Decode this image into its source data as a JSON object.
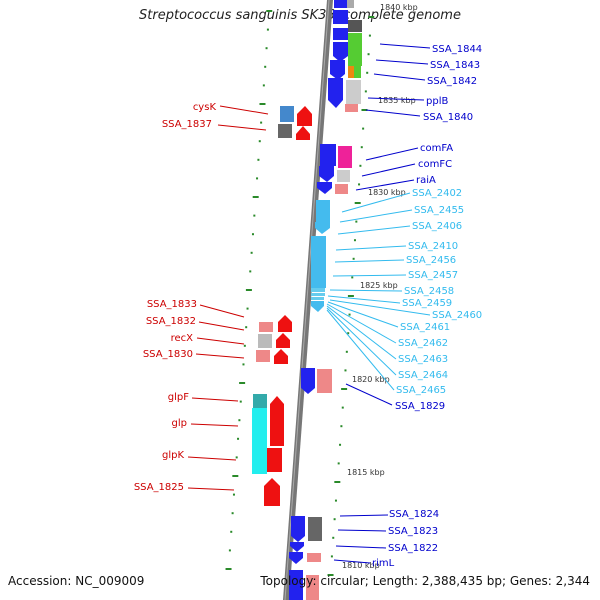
{
  "title": "Streptococcus sanguinis SK36, complete genome",
  "footer": {
    "accession": "Accession: NC_009009",
    "summary": "Topology: circular; Length: 2,388,435 bp; Genes: 2,344"
  },
  "colors": {
    "red_label": "#cc0000",
    "blue_label": "#0000cc",
    "cyan_label": "#33bbee",
    "backbone": "#777777",
    "tick": "#2a8a2a"
  },
  "kbp_labels": [
    "1840 kbp",
    "1835 kbp",
    "1830 kbp",
    "1825 kbp",
    "1820 kbp",
    "1815 kbp",
    "1810 kbp"
  ],
  "labels": {
    "left": [
      "cysK",
      "SSA_1837",
      "SSA_1833",
      "SSA_1832",
      "recX",
      "SSA_1830",
      "glpF",
      "glp",
      "glpK",
      "SSA_1825"
    ],
    "right_top": [
      "SSA_1844",
      "SSA_1843",
      "SSA_1842",
      "pplB",
      "SSA_1840",
      "comFA",
      "comFC",
      "raiA"
    ],
    "right_cyan": [
      "SSA_2402",
      "SSA_2455",
      "SSA_2406",
      "SSA_2410",
      "SSA_2456",
      "SSA_2457",
      "SSA_2458",
      "SSA_2459",
      "SSA_2460",
      "SSA_2461",
      "SSA_2462",
      "SSA_2463",
      "SSA_2464",
      "SSA_2465"
    ],
    "right_mid": [
      "SSA_1829"
    ],
    "right_bottom": [
      "SSA_1824",
      "SSA_1823",
      "SSA_1822",
      "rimL"
    ]
  }
}
